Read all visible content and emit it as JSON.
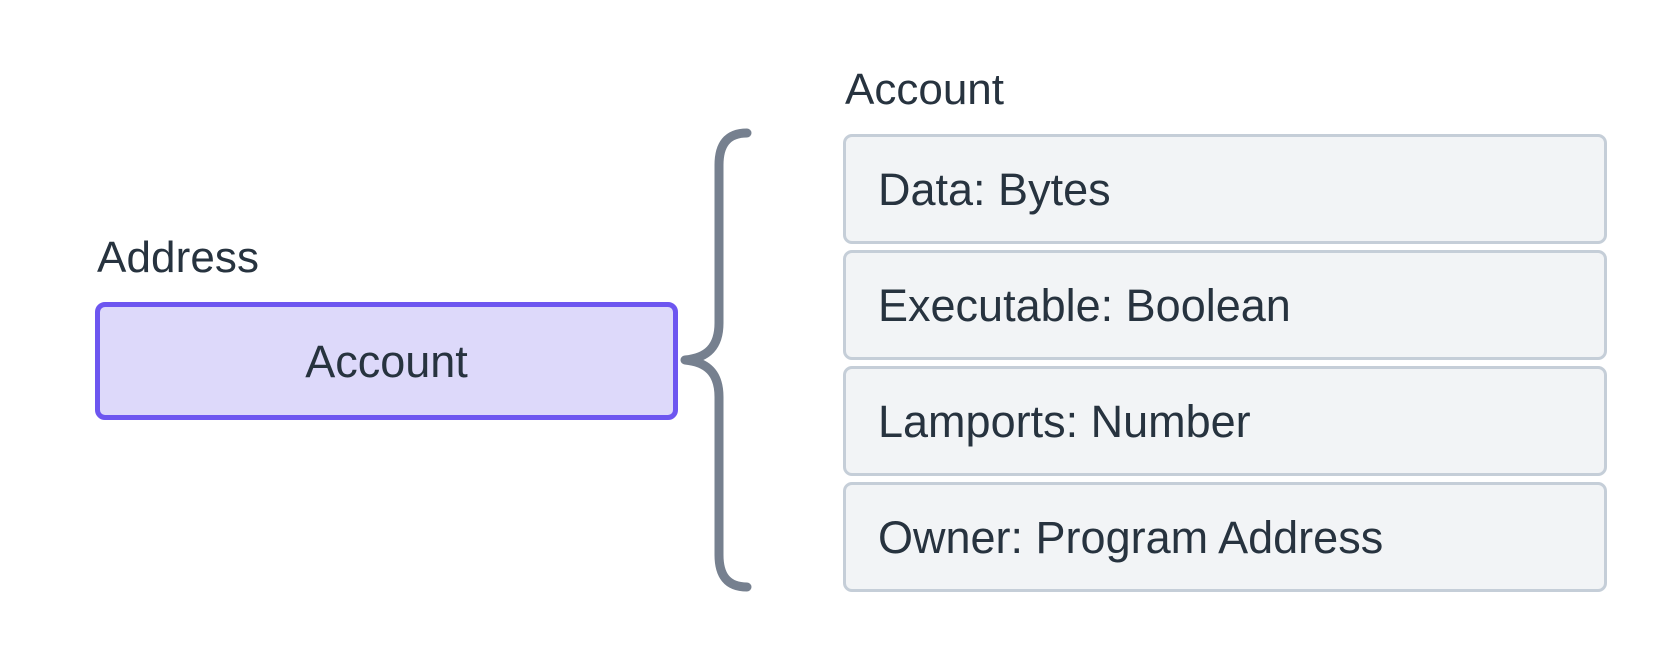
{
  "diagram": {
    "title": "Account",
    "left": {
      "label": "Address",
      "box_value": "Account"
    },
    "connector": {
      "icon": "curly-brace-left"
    },
    "right": {
      "heading": "Account",
      "fields": [
        {
          "label": "Data: Bytes"
        },
        {
          "label": "Executable: Boolean"
        },
        {
          "label": "Lamports: Number"
        },
        {
          "label": "Owner: Program Address"
        }
      ]
    },
    "colors": {
      "accent_border": "#6d56f0",
      "accent_fill": "#ddd9fa",
      "row_fill": "#f2f4f6",
      "row_border": "#c5ced8",
      "text": "#27333f",
      "brace": "#76808f",
      "background": "#ffffff"
    }
  }
}
